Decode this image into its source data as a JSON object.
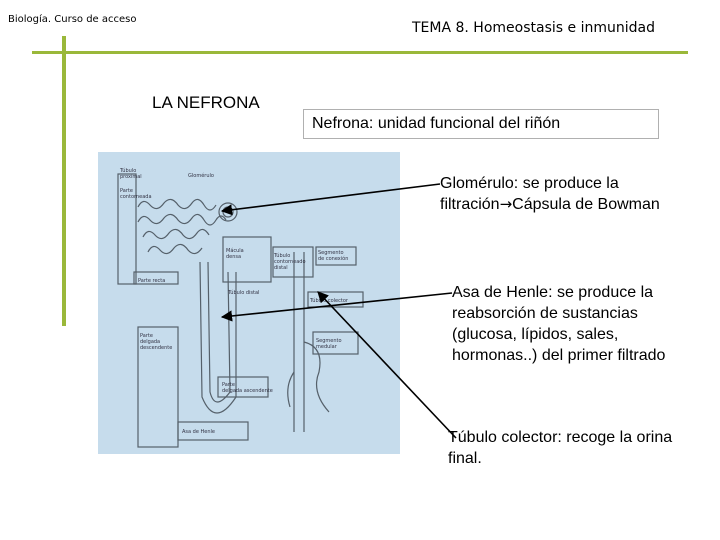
{
  "header": {
    "left": "Biología. Curso de acceso",
    "right": "TEMA 8. Homeostasis e inmunidad"
  },
  "title": "LA NEFRONA",
  "box_text": "Nefrona: unidad funcional del riñón",
  "paragraphs": {
    "glomerulo_a": "Glomérulo: se produce la filtración",
    "glomerulo_arrow": "→",
    "glomerulo_b": "Cápsula de Bowman",
    "henle": "Asa de Henle: se produce la reabsorción de sustancias (glucosa, lípidos, sales, hormonas..) del primer filtrado",
    "colector": "Túbulo colector: recoge la orina final."
  },
  "colors": {
    "accent_green": "#9ab83a",
    "diagram_bg": "#c6dcec"
  },
  "diagram_labels": [
    "Túbulo proximal",
    "Glomérulo",
    "Parte contorneada",
    "Mácula densa",
    "Túbulo contorneado distal",
    "Segmento de conexión",
    "Parte recta",
    "Túbulo distal",
    "Túbulo colector",
    "Segmento medular",
    "Parte delgada descendente",
    "Parte delgada ascendente",
    "Asa de Henle"
  ]
}
